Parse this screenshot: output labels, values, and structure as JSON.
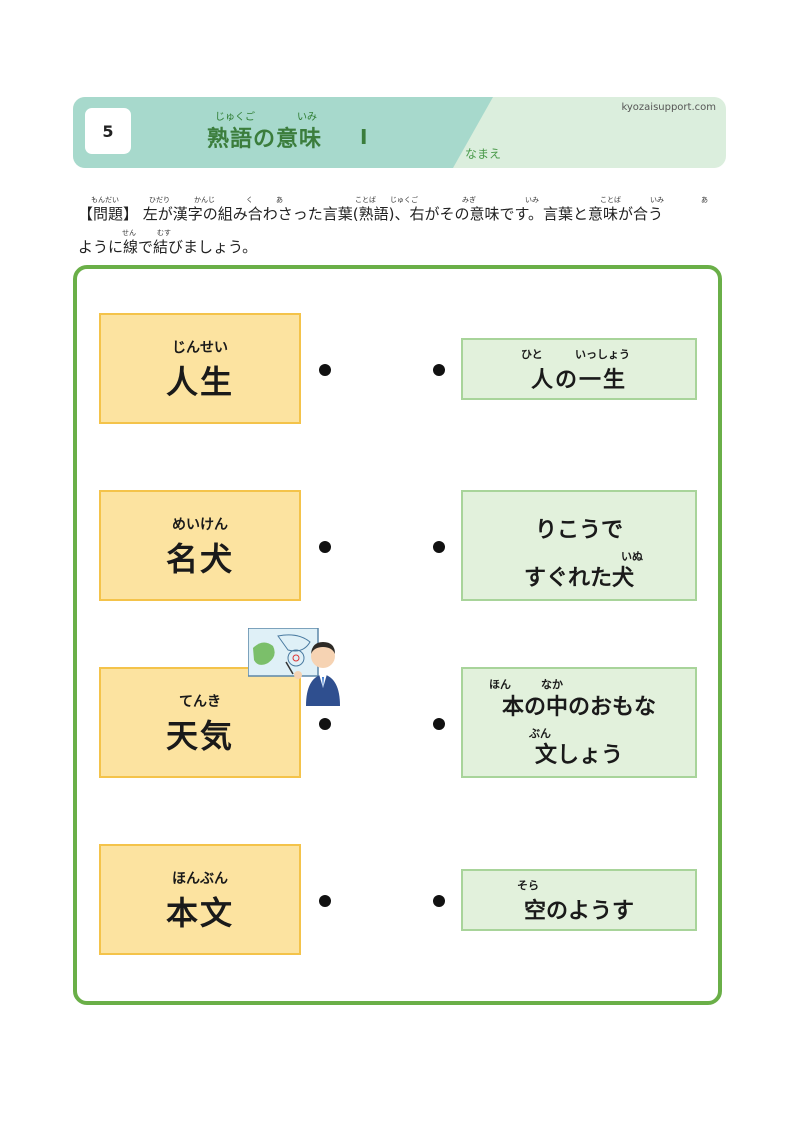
{
  "header": {
    "number": "5",
    "title": "熟語の意味",
    "title_ruby": [
      "じゅくご",
      "いみ"
    ],
    "title_suffix": "I",
    "site": "kyozaisupport.com",
    "name_label": "なまえ"
  },
  "instruction": {
    "line1": "【問題】 左が漢字の組み合わさった言葉(熟語)、右がその意味です。言葉と意味が合う",
    "line2": "ように線で結びましょう。",
    "ruby1": [
      "もんだい",
      "ひだり",
      "かんじ",
      "く",
      "あ",
      "ことば",
      "じゅくご",
      "みぎ",
      "いみ",
      "ことば",
      "いみ",
      "あ"
    ],
    "ruby2": [
      "せん",
      "むす"
    ]
  },
  "left_items": [
    {
      "ruby": "じんせい",
      "kanji": "人生"
    },
    {
      "ruby": "めいけん",
      "kanji": "名犬"
    },
    {
      "ruby": "てんき",
      "kanji": "天気"
    },
    {
      "ruby": "ほんぶん",
      "kanji": "本文"
    }
  ],
  "right_items": [
    {
      "lines": [
        "人の一生"
      ],
      "rubies": [
        "ひと",
        "いっしょう"
      ]
    },
    {
      "lines": [
        "りこうで",
        "すぐれた犬"
      ],
      "rubies": [
        "いぬ"
      ]
    },
    {
      "lines": [
        "本の中のおもな",
        "文しょう"
      ],
      "rubies": [
        "ほん",
        "なか",
        "ぶん"
      ]
    },
    {
      "lines": [
        "空のようす"
      ],
      "rubies": [
        "そら"
      ]
    }
  ],
  "colors": {
    "teal": "#a7d9cc",
    "light_green": "#dbeedd",
    "frame_green": "#6aaf48",
    "left_card": "#fce3a0",
    "right_card": "#e2f1dc"
  }
}
